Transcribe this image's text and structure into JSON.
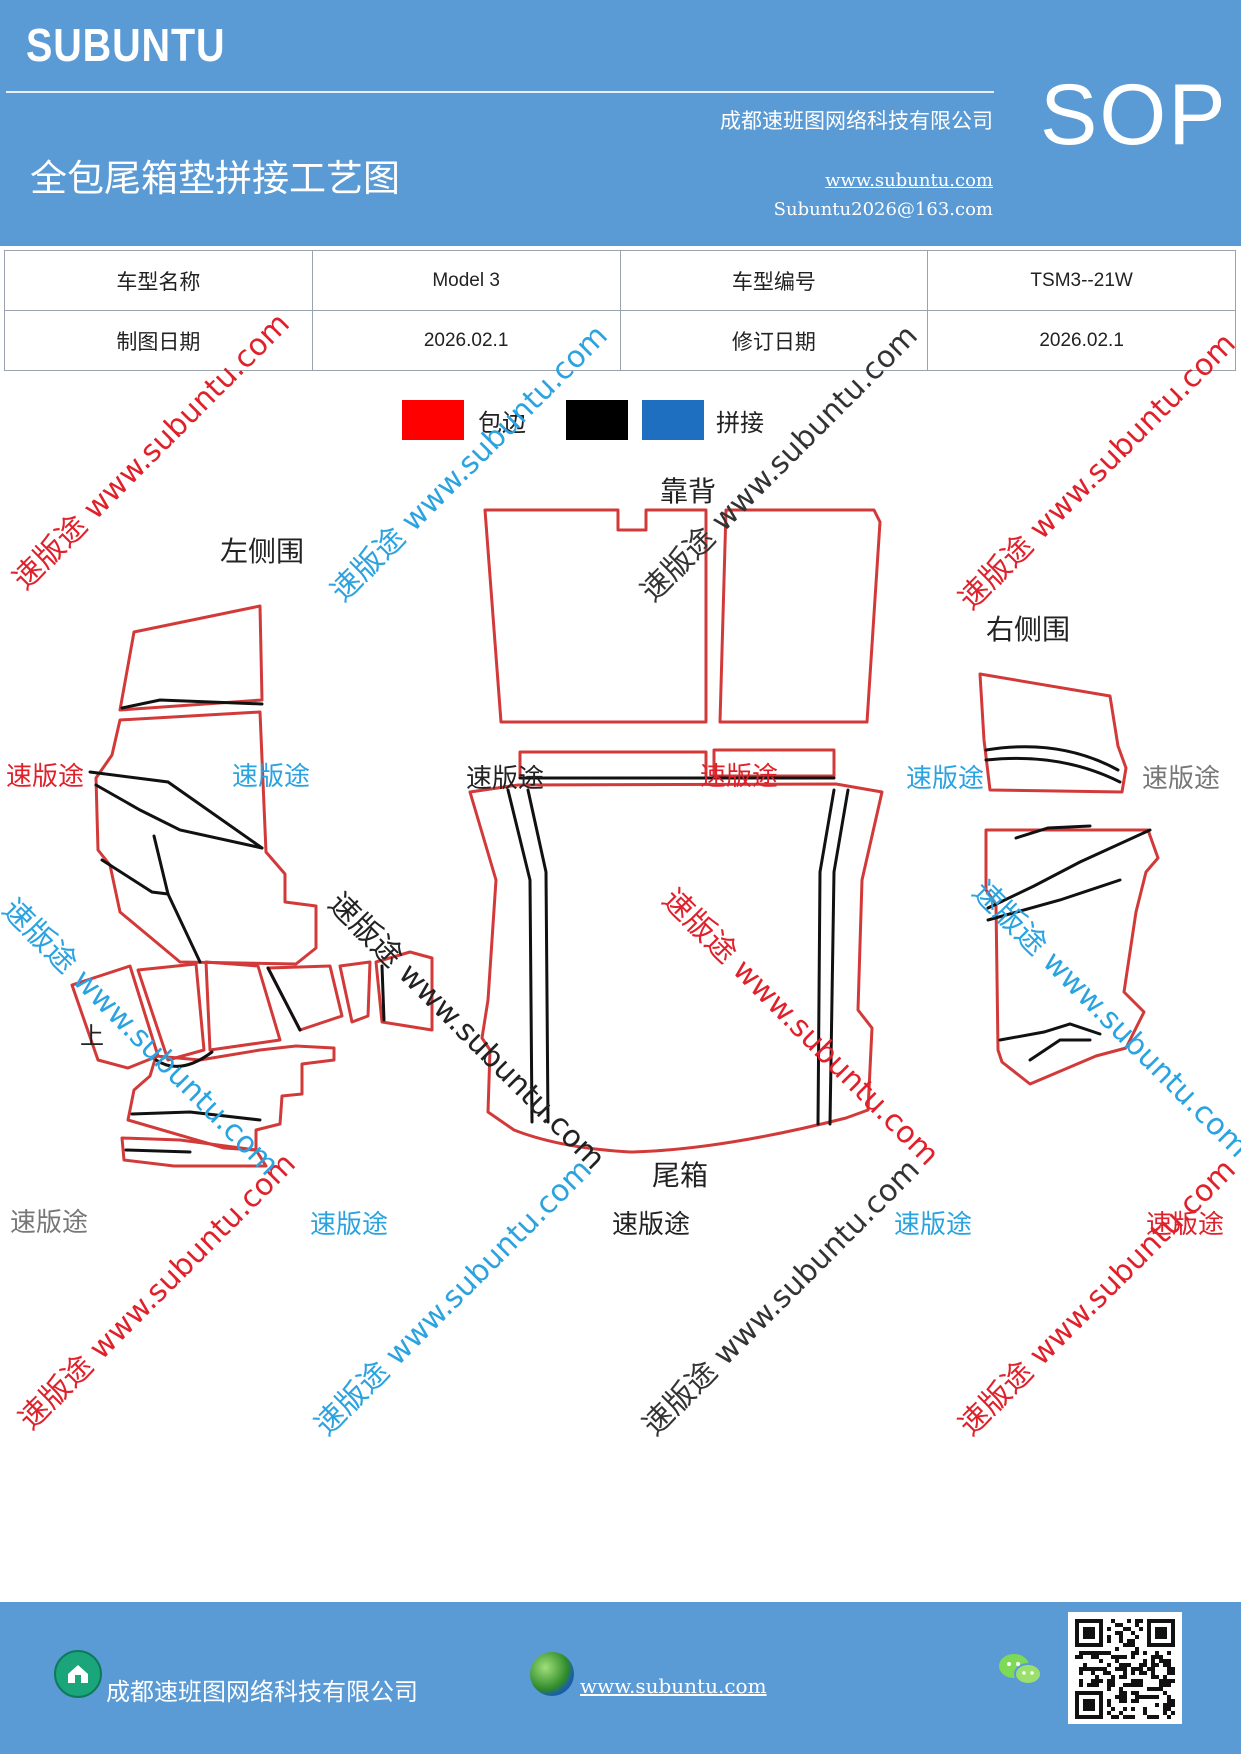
{
  "header": {
    "brand": "SUBUNTU",
    "doc_type": "SOP",
    "company": "成都速班图网络科技有限公司",
    "title": "全包尾箱垫拼接工艺图",
    "website": "www.subuntu.com",
    "email": "Subuntu2026@163.com"
  },
  "info_table": {
    "rows": [
      [
        "车型名称",
        "Model 3",
        "车型编号",
        "TSM3--21W"
      ],
      [
        "制图日期",
        "2026.02.1",
        "修订日期",
        "2026.02.1"
      ]
    ]
  },
  "legend": {
    "items": [
      {
        "label": "包边",
        "color": "#ff0000"
      },
      {
        "label": "",
        "color": "#000000"
      },
      {
        "label": "拼接",
        "color": "#1f6fc0"
      }
    ]
  },
  "diagram": {
    "labels": {
      "left_side": "左侧围",
      "backrest": "靠背",
      "right_side": "右侧围",
      "trunk": "尾箱",
      "up_mark": "上"
    },
    "outline_color": "#d23a3a",
    "seam_color": "#111111"
  },
  "watermarks": {
    "brand_cn": "速版途",
    "site": "www.subuntu.com",
    "colors": {
      "red": "#e0202a",
      "blue": "#2aa3e0",
      "gray": "#777777",
      "black": "#222222"
    }
  },
  "footer": {
    "company": "成都速班图网络科技有限公司",
    "website": "www.subuntu.com"
  }
}
